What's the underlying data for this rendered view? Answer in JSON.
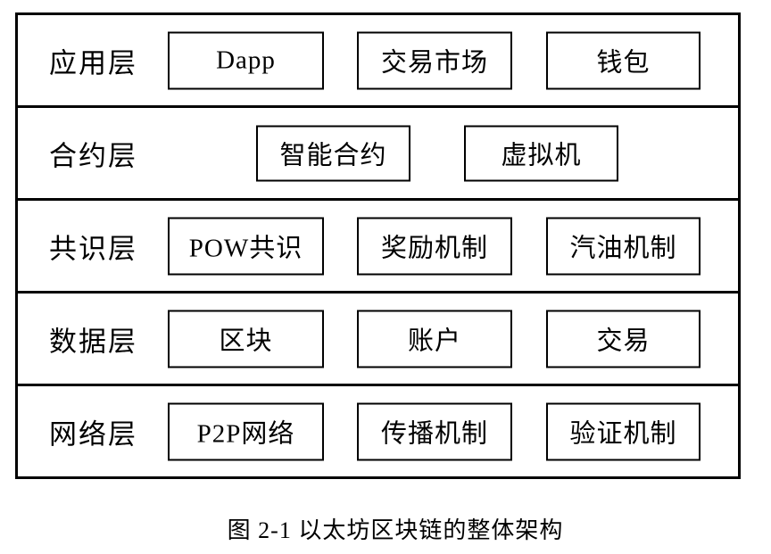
{
  "diagram": {
    "title_caption": "图 2-1 以太坊区块链的整体架构",
    "rows": [
      {
        "label": "应用层",
        "boxes": [
          "Dapp",
          "交易市场",
          "钱包"
        ]
      },
      {
        "label": "合约层",
        "boxes": [
          "智能合约",
          "虚拟机"
        ]
      },
      {
        "label": "共识层",
        "boxes": [
          "POW共识",
          "奖励机制",
          "汽油机制"
        ]
      },
      {
        "label": "数据层",
        "boxes": [
          "区块",
          "账户",
          "交易"
        ]
      },
      {
        "label": "网络层",
        "boxes": [
          "P2P网络",
          "传播机制",
          "验证机制"
        ]
      }
    ]
  },
  "colors": {
    "background": "#ffffff",
    "border": "#000000",
    "text": "#000000"
  }
}
